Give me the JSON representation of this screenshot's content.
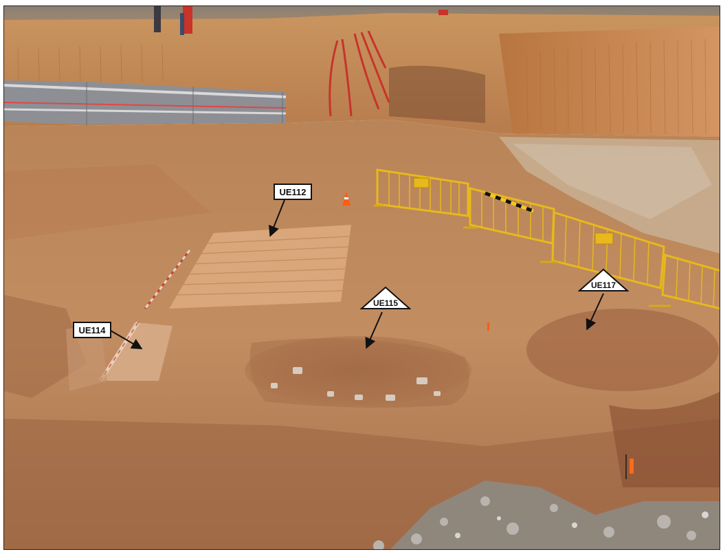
{
  "photo": {
    "labels": [
      {
        "text": "UE112",
        "style": "box"
      },
      {
        "text": "UE114",
        "style": "box"
      },
      {
        "text": "UE115",
        "style": "triangle"
      },
      {
        "text": "UE117",
        "style": "triangle"
      }
    ]
  },
  "colors": {
    "soil": "#b9855a",
    "soil_dark": "#8f5a38",
    "wall": "#c78a55",
    "fence": "#e8b81c",
    "screen": "#8d8f94"
  }
}
